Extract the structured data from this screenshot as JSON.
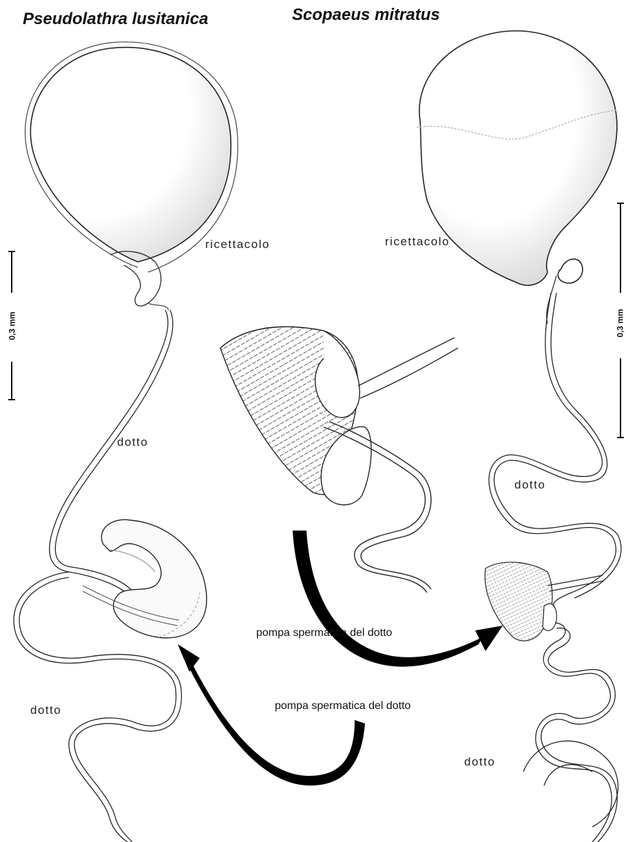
{
  "species": {
    "left": "Pseudolathra lusitanica",
    "right": "Scopaeus mitratus"
  },
  "labels": {
    "ricettacolo_left": "ricettacolo",
    "ricettacolo_right": "ricettacolo",
    "dotto_left_upper": "dotto",
    "dotto_left_lower": "dotto",
    "dotto_right_upper": "dotto",
    "dotto_right_lower": "dotto",
    "pompa_upper": "pompa spermatica del dotto",
    "pompa_lower": "pompa spermatica del dotto"
  },
  "scale_bars": {
    "left": "0,3 mm",
    "right": "0,3 mm"
  }
}
